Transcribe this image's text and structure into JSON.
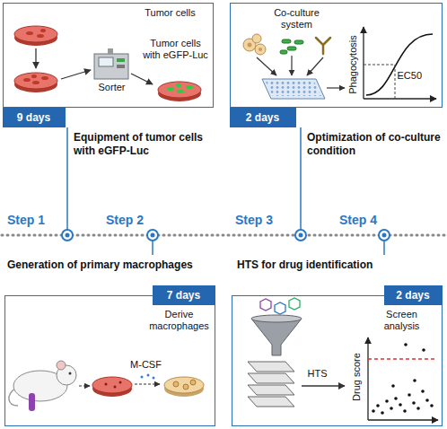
{
  "diagram": {
    "nodes": [
      {
        "text": [
          "Tumor cells",
          "Sorter",
          "Tumor cells with eGFP-Luc"
        ]
      },
      {
        "text": [
          "9 days"
        ],
        "in": 0
      },
      {
        "text": [
          "Co-culture system",
          "Phagocytosis",
          "EC50"
        ]
      },
      {
        "text": [
          "2 days"
        ],
        "in": 2
      },
      {
        "text": [
          "Derive macrophages",
          "M-CSF"
        ]
      },
      {
        "text": [
          "7 days"
        ],
        "in": 4
      },
      {
        "text": [
          "HTS",
          "Drug score",
          "Screen analysis"
        ]
      },
      {
        "text": [
          "2 days"
        ],
        "in": 6
      }
    ],
    "labels": [
      "Equipment of tumor cells with eGFP-Luc",
      "Optimization of co-culture condition",
      "Step 1",
      "Step 2",
      "Step 3",
      "Step 4",
      "Generation of primary macrophages",
      "HTS for drug identification"
    ]
  }
}
